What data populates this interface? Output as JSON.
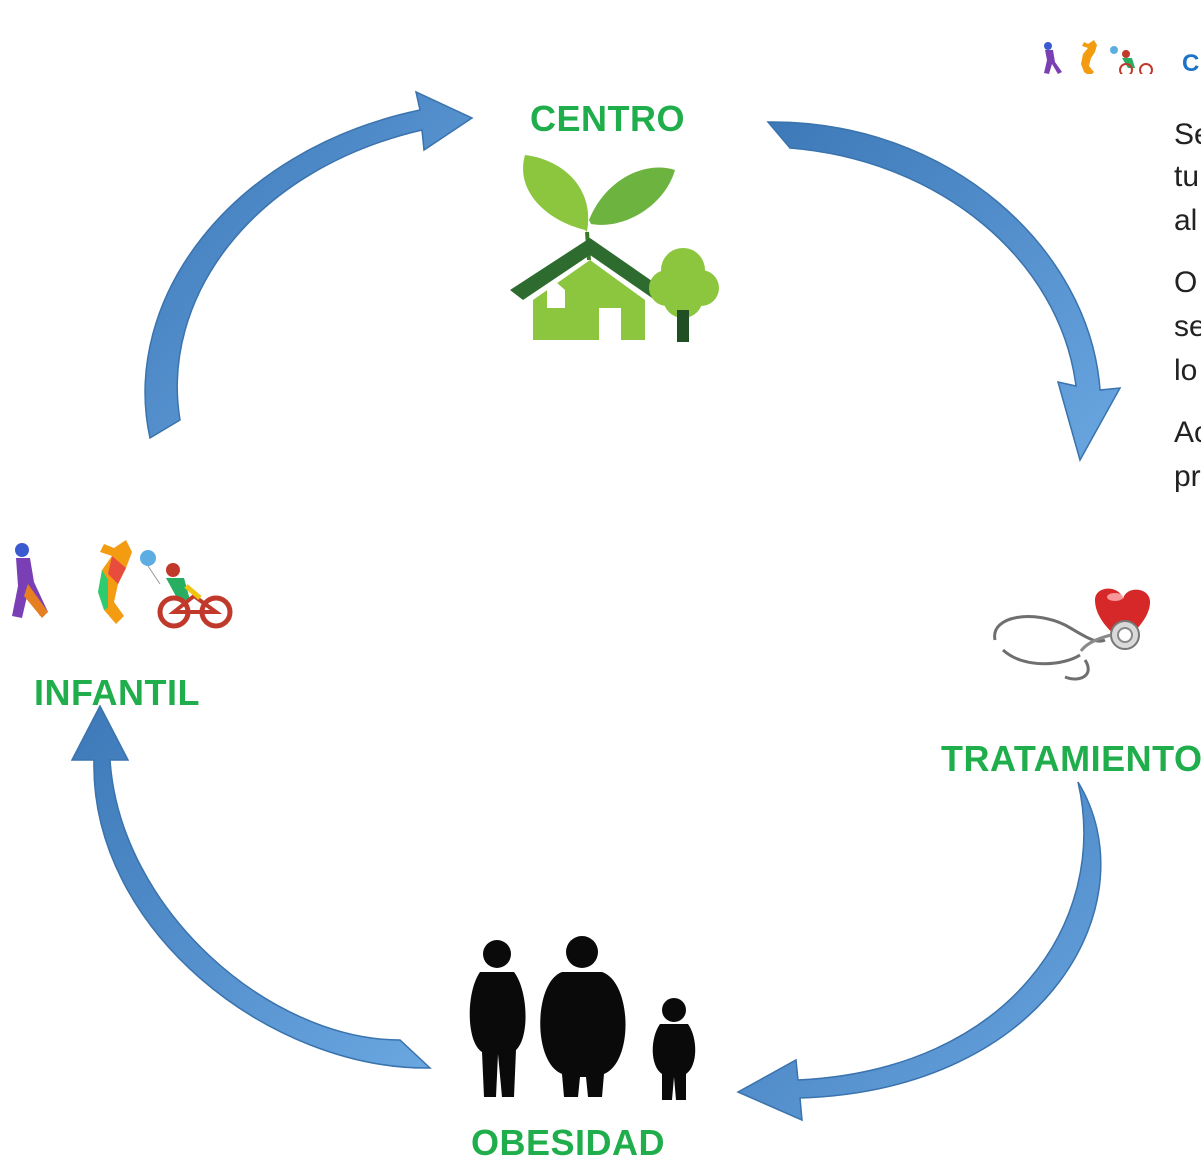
{
  "cycle": {
    "nodes": {
      "centro": "CENTRO",
      "tratamiento": "TRATAMIENTO",
      "obesidad": "OBESIDAD",
      "infantil": "INFANTIL"
    },
    "arrow_color": "#4a8fd0",
    "label_color": "#1fae4b"
  },
  "side_panel": {
    "heading": "CI",
    "lines": [
      "Se",
      "tu",
      "al",
      "O",
      "se",
      "lo",
      "Ac",
      "pr"
    ],
    "heading_color": "#1f73c6"
  },
  "icons": {
    "centro": "house-with-leaves-and-tree-icon",
    "tratamiento": "heart-with-stethoscope-icon",
    "obesidad": "obese-people-silhouettes-icon",
    "infantil": "children-playing-icon"
  }
}
